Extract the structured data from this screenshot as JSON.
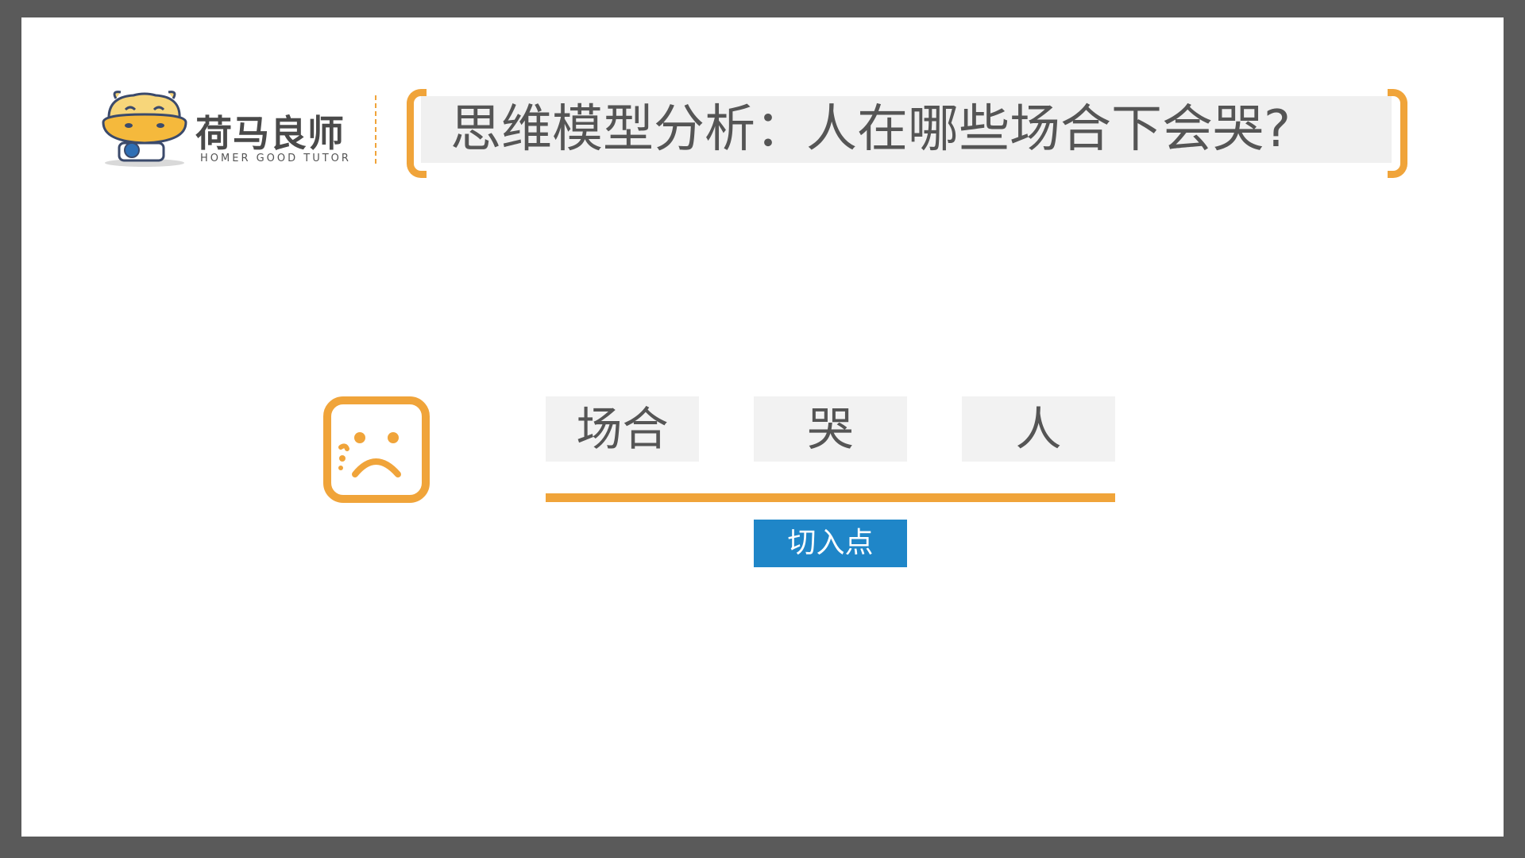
{
  "brand": {
    "name_cn": "荷马良师",
    "name_en": "HOMER GOOD TUTOR"
  },
  "title": "思维模型分析：人在哪些场合下会哭?",
  "keywords": [
    "场合",
    "哭",
    "人"
  ],
  "callout": {
    "label": "切入点"
  },
  "icons": {
    "logo": "hippo-mascot-logo",
    "emotion": "sad-crying-face-icon"
  },
  "colors": {
    "accent_orange": "#f0a43a",
    "callout_blue": "#1f86c8",
    "text_gray": "#555555",
    "box_gray": "#f2f2f2",
    "frame_gray": "#5a5a5a"
  }
}
